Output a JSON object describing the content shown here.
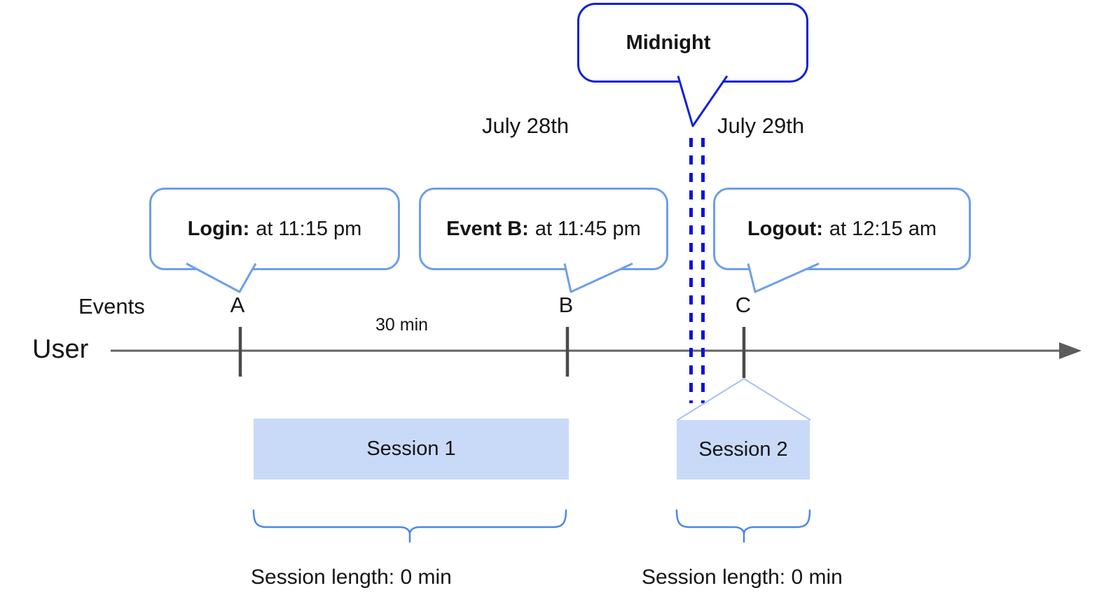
{
  "diagram": {
    "midnight_callout": "Midnight",
    "dates": {
      "left": "July 28th",
      "right": "July 29th"
    },
    "axis": {
      "events_label": "Events",
      "user_label": "User",
      "interval_label": "30 min"
    },
    "markers": {
      "a": "A",
      "b": "B",
      "c": "C"
    },
    "bubbles": {
      "login": {
        "label": "Login:",
        "time": "at 11:15 pm"
      },
      "event_b": {
        "label": "Event B:",
        "time": "at 11:45 pm"
      },
      "logout": {
        "label": "Logout:",
        "time": "at 12:15 am"
      }
    },
    "sessions": {
      "s1": {
        "name": "Session 1",
        "length": "Session length: 0 min"
      },
      "s2": {
        "name": "Session 2",
        "length": "Session length: 0 min"
      }
    },
    "colors": {
      "midnight_border": "#1020dc",
      "midnight_line": "#0d12e0",
      "bubble_border": "#6d9eeb",
      "brace": "#4a86e8",
      "roof": "#a4c2f4",
      "session_fill": "#c9daf8",
      "axis_line": "#636363",
      "tick": "#4a4a4a",
      "text": "#151515"
    }
  }
}
